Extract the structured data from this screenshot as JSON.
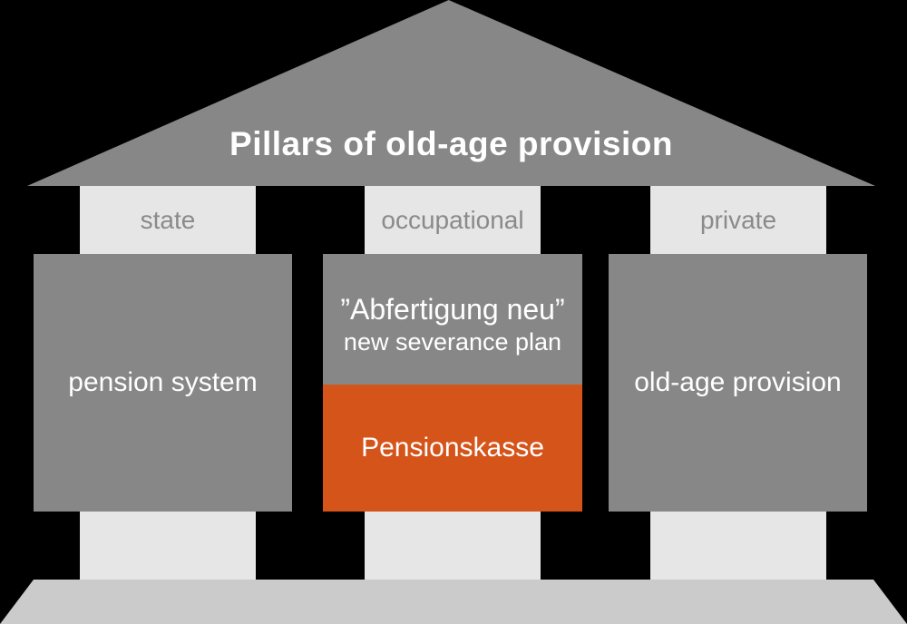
{
  "title": "Pillars of old-age provision",
  "pillars": [
    {
      "label": "state"
    },
    {
      "label": "occupational"
    },
    {
      "label": "private"
    }
  ],
  "boxes": {
    "left": {
      "text": "pension system"
    },
    "middle": {
      "line1": "”Abfertigung neu”",
      "line2": "new severance plan",
      "highlight": "Pensionskasse"
    },
    "right": {
      "text": "old-age provision"
    }
  },
  "colors": {
    "background": "#000000",
    "roof": "#878787",
    "box": "#878787",
    "pillar": "#e6e6e6",
    "base": "#cbcbcb",
    "highlight_orange": "#d5541a",
    "pillar_label_text": "#8a8a8a",
    "box_text": "#ffffff",
    "title_text": "#ffffff"
  }
}
